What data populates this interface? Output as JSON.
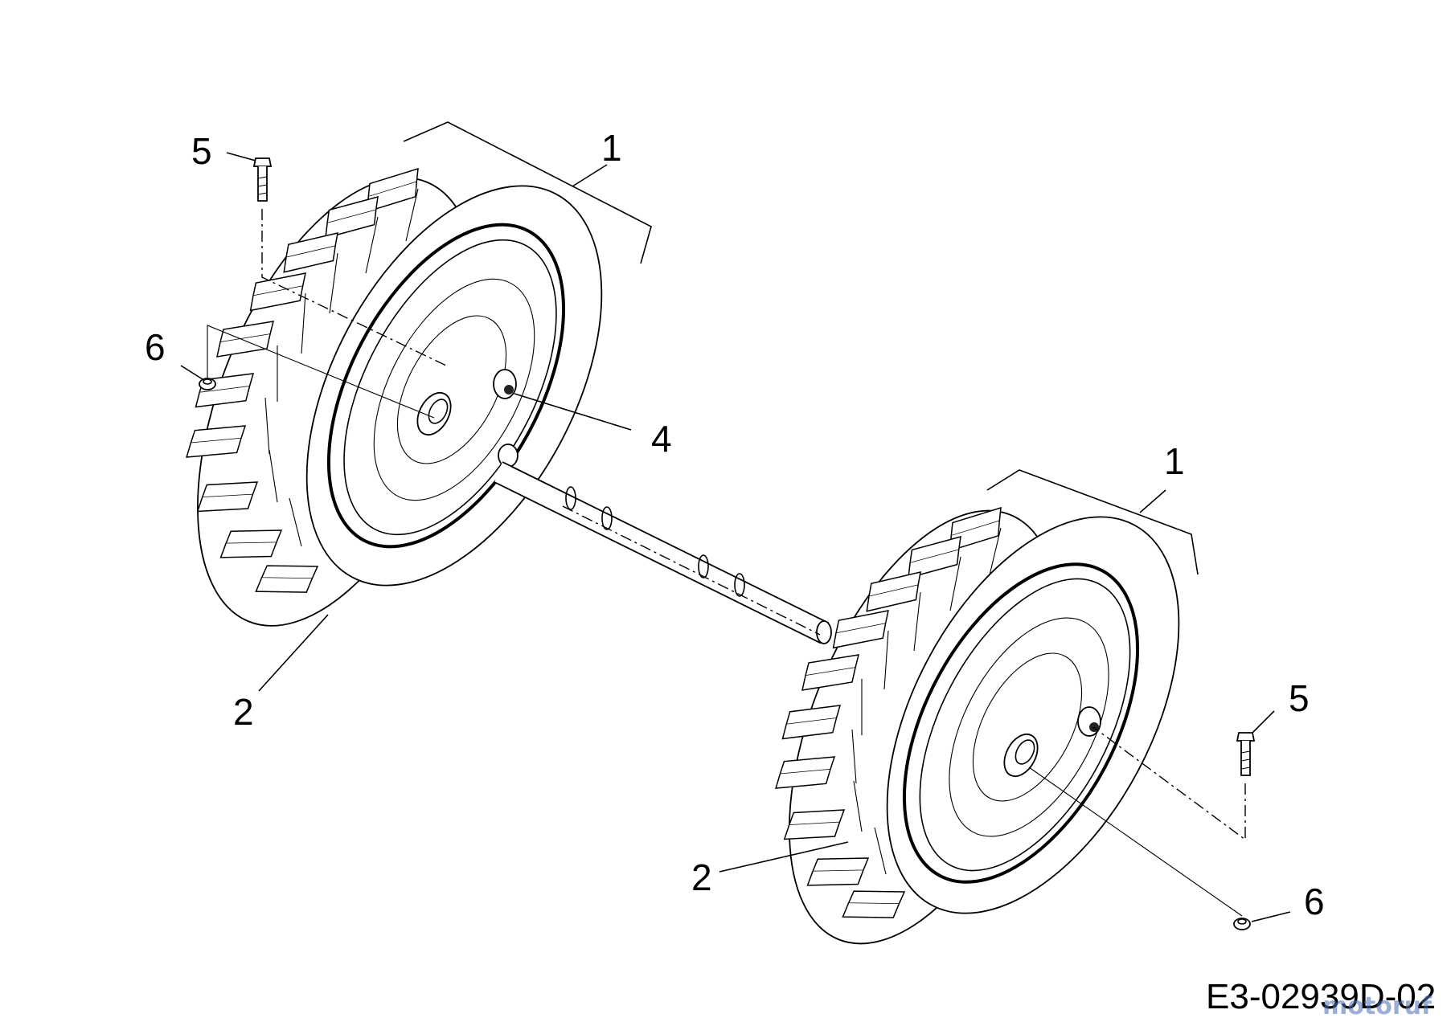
{
  "callouts": {
    "c1a": "1",
    "c1b": "1",
    "c2a": "2",
    "c2b": "2",
    "c4": "4",
    "c5a": "5",
    "c5b": "5",
    "c6a": "6",
    "c6b": "6"
  },
  "diagram_code": "E3-02939D-02",
  "watermark": "motoruf"
}
